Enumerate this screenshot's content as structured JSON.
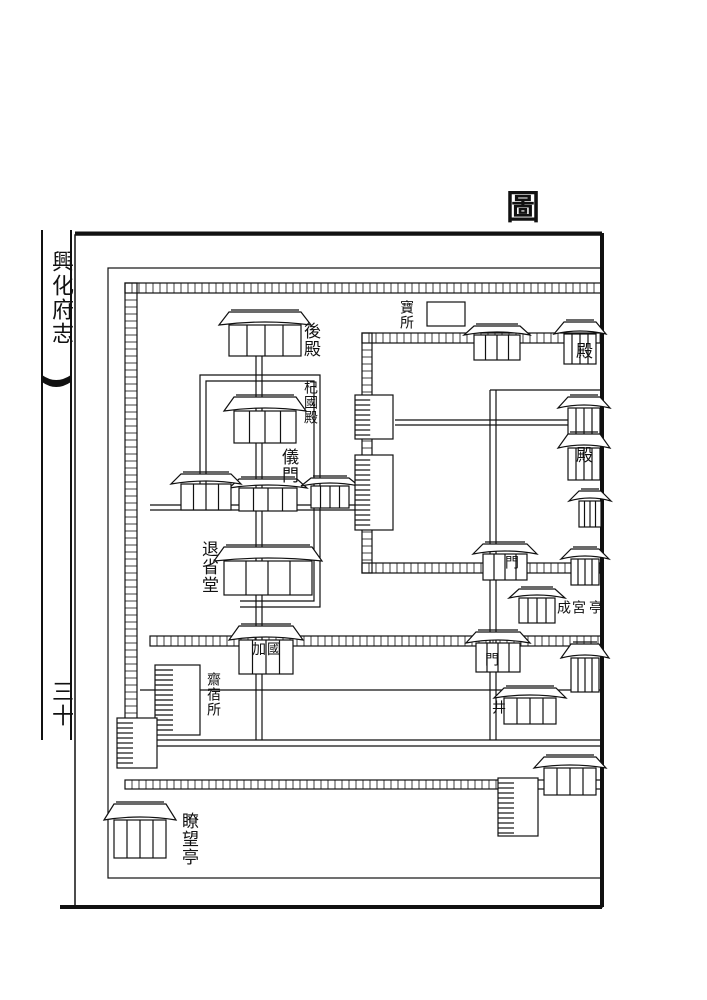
{
  "page": {
    "title": "圖",
    "margin_title": "興化府志",
    "margin_number": "三十"
  },
  "labels": {
    "hou_dian": "後殿",
    "ji_guo_dian": "杞國殿",
    "yi_men": "儀門",
    "tui_sheng_tang": "退省堂",
    "jia_guo": "加國",
    "zhai_su_suo": "齋宿所",
    "liao_ji_ting": "瞭望亭",
    "bao_suo": "寶所",
    "dian_right_1": "殿",
    "dian_right_2": "殿",
    "men_right_1": "門",
    "men_right_2": "門",
    "ting_right": "亭",
    "gong_right": "宮",
    "cheng_right": "成",
    "jing": "井"
  },
  "colors": {
    "ink": "#111111",
    "paper": "#ffffff"
  }
}
